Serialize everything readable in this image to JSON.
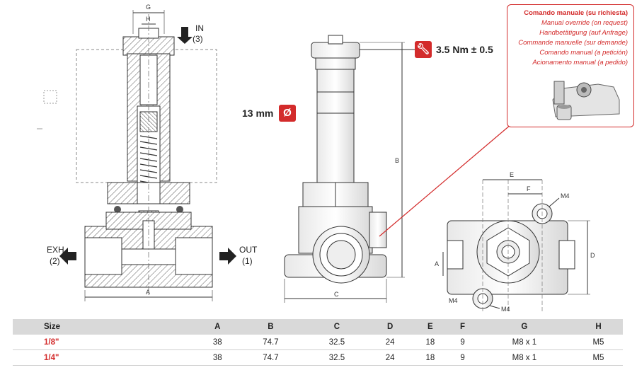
{
  "ports": {
    "in_label": "IN",
    "in_num": "(3)",
    "exh_label": "EXH",
    "exh_num": "(2)",
    "out_label": "OUT",
    "out_num": "(1)"
  },
  "dims": {
    "G": "G",
    "H": "H",
    "A": "A",
    "B": "B",
    "C": "C",
    "D": "D",
    "E": "E",
    "F": "F",
    "M4_a": "M4",
    "M4_b": "M4",
    "M4_c": "M4",
    "A_side": "A"
  },
  "torque": {
    "value": "3.5 Nm ± 0.5",
    "icon": "wrench-icon"
  },
  "diameter": {
    "value": "13 mm",
    "icon": "diameter-symbol"
  },
  "manual_override": {
    "lines": [
      "Comando manuale (su richiesta)",
      "Manual override (on request)",
      "Handbetätigung (auf Anfrage)",
      "Commande manuelle (sur demande)",
      "Comando manual (a petición)",
      "Acionamento manual (a pedido)"
    ]
  },
  "colors": {
    "accent": "#d32b2b",
    "header_bg": "#d9d9d9"
  },
  "table": {
    "headers": [
      "Size",
      "A",
      "B",
      "C",
      "D",
      "E",
      "F",
      "G",
      "H"
    ],
    "rows": [
      [
        "1/8\"",
        "38",
        "74.7",
        "32.5",
        "24",
        "18",
        "9",
        "M8 x 1",
        "M5"
      ],
      [
        "1/4\"",
        "38",
        "74.7",
        "32.5",
        "24",
        "18",
        "9",
        "M8 x 1",
        "M5"
      ]
    ]
  }
}
